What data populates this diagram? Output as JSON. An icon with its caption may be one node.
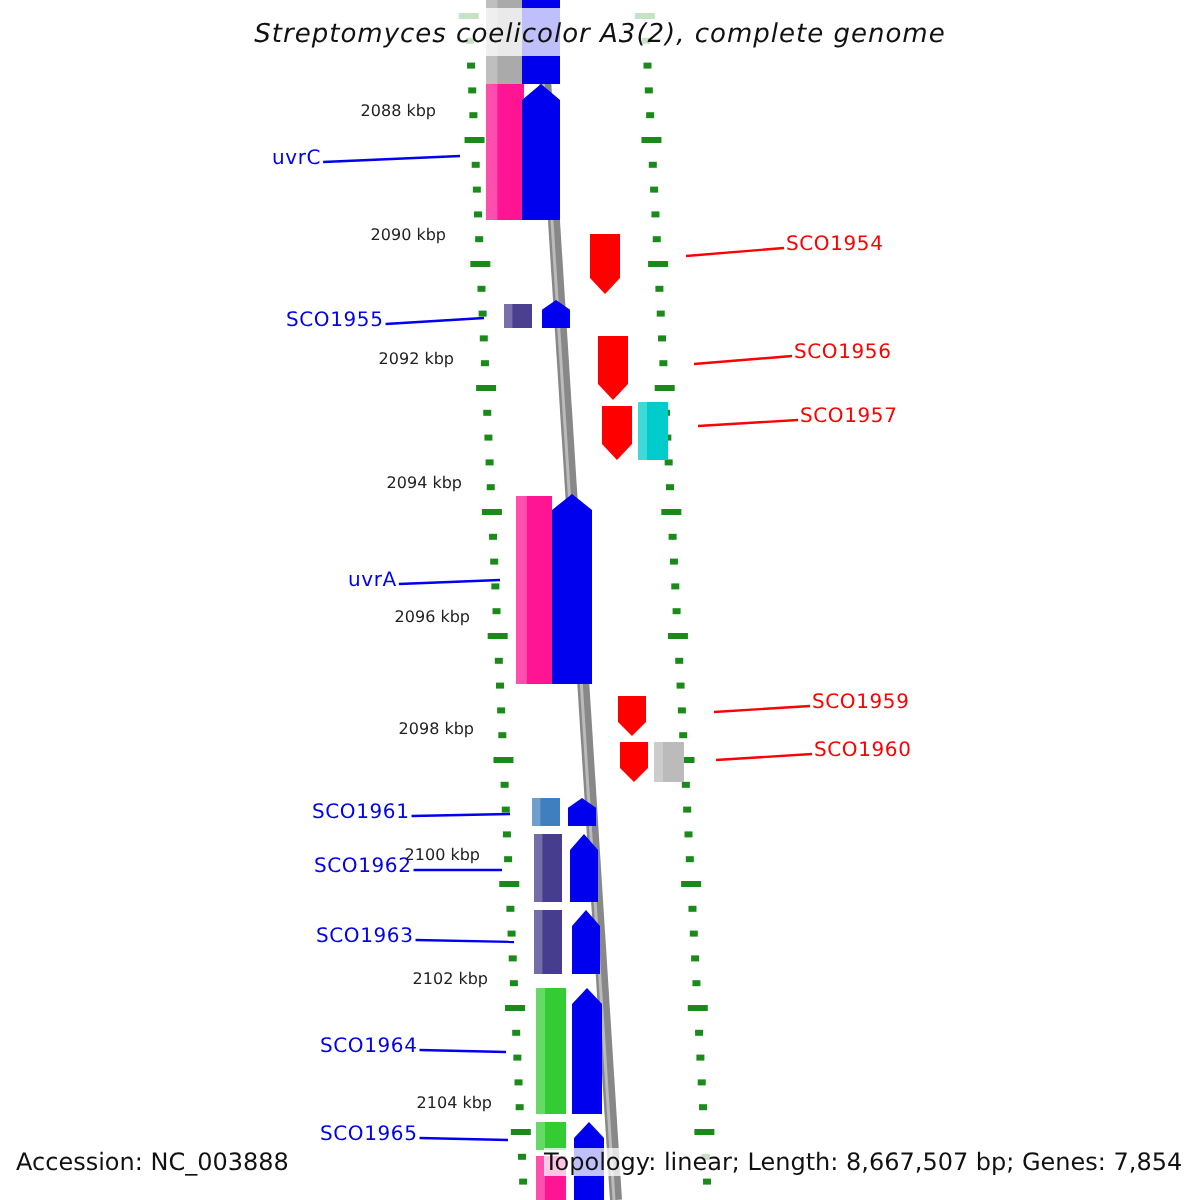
{
  "diagram": {
    "title": "Streptomyces coelicolor A3(2), complete genome",
    "nodes": [
      {
        "text": [
          "uvrC"
        ]
      },
      {
        "text": [
          "SCO1954"
        ]
      },
      {
        "text": [
          "SCO1955"
        ]
      },
      {
        "text": [
          "SCO1956"
        ]
      },
      {
        "text": [
          "SCO1957"
        ]
      },
      {
        "text": [
          "uvrA"
        ]
      },
      {
        "text": [
          "SCO1959"
        ]
      },
      {
        "text": [
          "SCO1960"
        ]
      },
      {
        "text": [
          "SCO1961"
        ]
      },
      {
        "text": [
          "SCO1962"
        ]
      },
      {
        "text": [
          "SCO1963"
        ]
      },
      {
        "text": [
          "SCO1964"
        ]
      },
      {
        "text": [
          "SCO1965"
        ]
      }
    ],
    "edges": [
      {
        "from": 0,
        "to": null,
        "arrow": "none"
      },
      {
        "from": 1,
        "to": null,
        "arrow": "none",
        "color": "#ff0000"
      },
      {
        "from": 2,
        "to": null,
        "arrow": "none"
      },
      {
        "from": 3,
        "to": null,
        "arrow": "none",
        "color": "#ff0000"
      },
      {
        "from": 4,
        "to": null,
        "arrow": "none",
        "color": "#ff0000"
      },
      {
        "from": 5,
        "to": null,
        "arrow": "none"
      },
      {
        "from": 6,
        "to": null,
        "arrow": "none",
        "color": "#ff0000"
      },
      {
        "from": 7,
        "to": null,
        "arrow": "none",
        "color": "#ff0000"
      },
      {
        "from": 8,
        "to": null,
        "arrow": "none"
      },
      {
        "from": 9,
        "to": null,
        "arrow": "none"
      },
      {
        "from": 10,
        "to": null,
        "arrow": "none"
      },
      {
        "from": 11,
        "to": null,
        "arrow": "none"
      },
      {
        "from": 12,
        "to": null,
        "arrow": "none"
      }
    ],
    "labels": [
      "2088 kbp",
      "2090 kbp",
      "2092 kbp",
      "2094 kbp",
      "2096 kbp",
      "2098 kbp",
      "2100 kbp",
      "2102 kbp",
      "2104 kbp",
      "Accession: NC_003888",
      "Topology: linear; Length: 8,667,507 bp; Genes: 7,854"
    ]
  }
}
